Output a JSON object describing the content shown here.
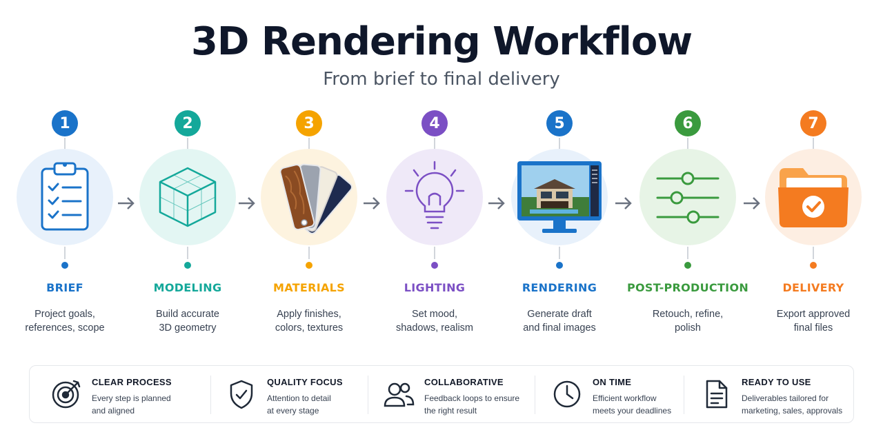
{
  "header": {
    "title": "3D Rendering Workflow",
    "subtitle": "From brief to final delivery"
  },
  "steps": [
    {
      "number": "1",
      "label": "BRIEF",
      "desc": [
        "Project goals,",
        "references, scope"
      ],
      "icon": "clipboard-checklist-icon",
      "color": "#1a73c9",
      "bg": "#e8f1fb"
    },
    {
      "number": "2",
      "label": "MODELING",
      "desc": [
        "Build accurate",
        "3D geometry"
      ],
      "icon": "wireframe-cube-icon",
      "color": "#14a89a",
      "bg": "#e3f6f3"
    },
    {
      "number": "3",
      "label": "MATERIALS",
      "desc": [
        "Apply finishes,",
        "colors, textures"
      ],
      "icon": "material-swatches-icon",
      "color": "#f5a300",
      "bg": "#fdf3df"
    },
    {
      "number": "4",
      "label": "LIGHTING",
      "desc": [
        "Set mood,",
        "shadows, realism"
      ],
      "icon": "lightbulb-icon",
      "color": "#7b4fc4",
      "bg": "#efe9f8"
    },
    {
      "number": "5",
      "label": "RENDERING",
      "desc": [
        "Generate draft",
        "and final images"
      ],
      "icon": "monitor-render-icon",
      "color": "#1a73c9",
      "bg": "#e8f1fb"
    },
    {
      "number": "6",
      "label": "POST-PRODUCTION",
      "desc": [
        "Retouch, refine,",
        "polish"
      ],
      "icon": "sliders-icon",
      "color": "#3a9a3e",
      "bg": "#e7f4e6"
    },
    {
      "number": "7",
      "label": "DELIVERY",
      "desc": [
        "Export approved",
        "final files"
      ],
      "icon": "folder-check-icon",
      "color": "#f47b20",
      "bg": "#fdeee2"
    }
  ],
  "features": [
    {
      "title": "CLEAR PROCESS",
      "desc": [
        "Every step is planned",
        "and aligned"
      ],
      "icon": "target-icon"
    },
    {
      "title": "QUALITY FOCUS",
      "desc": [
        "Attention to detail",
        "at every stage"
      ],
      "icon": "shield-check-icon"
    },
    {
      "title": "COLLABORATIVE",
      "desc": [
        "Feedback loops to ensure",
        "the right result"
      ],
      "icon": "users-icon"
    },
    {
      "title": "ON TIME",
      "desc": [
        "Efficient workflow",
        "meets your deadlines"
      ],
      "icon": "clock-icon"
    },
    {
      "title": "READY TO USE",
      "desc": [
        "Deliverables tailored for",
        "marketing, sales, approvals"
      ],
      "icon": "document-icon"
    }
  ]
}
